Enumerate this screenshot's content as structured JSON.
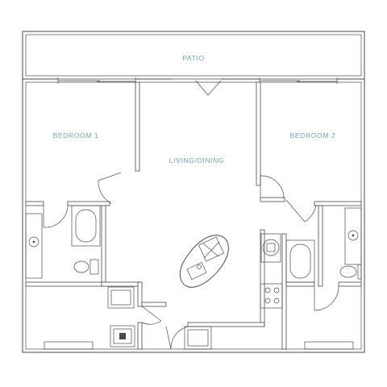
{
  "plan": {
    "label_color": "#6aa9bd",
    "line_color": "#4a4a4a",
    "rooms": {
      "patio": "PATIO",
      "bedroom1": "BEDROOM 1",
      "living": "LIVING/DINING",
      "bedroom2": "BEDROOM 2"
    }
  }
}
